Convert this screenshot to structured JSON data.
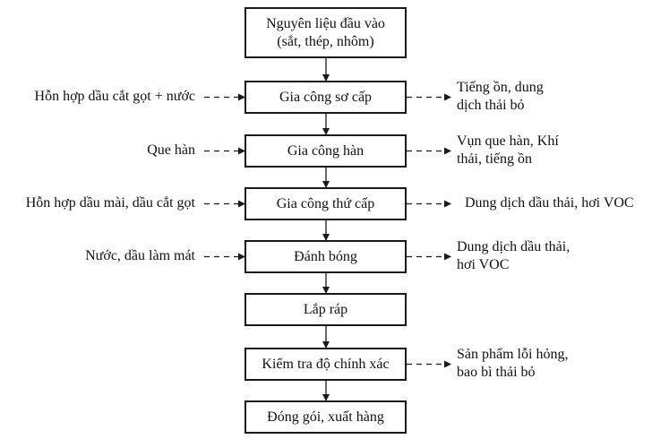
{
  "diagram": {
    "title": "Process flow: metal product manufacturing",
    "colors": {
      "line": "#1a1a1a",
      "background": "#ffffff"
    },
    "steps": [
      {
        "id": "input",
        "lines": [
          "Nguyên liệu đầu vào",
          "(sắt, thép, nhôm)"
        ]
      },
      {
        "id": "primary",
        "lines": [
          "Gia công sơ cấp"
        ]
      },
      {
        "id": "welding",
        "lines": [
          "Gia công hàn"
        ]
      },
      {
        "id": "secondary",
        "lines": [
          "Gia công thứ cấp"
        ]
      },
      {
        "id": "polishing",
        "lines": [
          "Đánh bóng"
        ]
      },
      {
        "id": "assembly",
        "lines": [
          "Lắp ráp"
        ]
      },
      {
        "id": "inspection",
        "lines": [
          "Kiểm tra độ chính xác"
        ]
      },
      {
        "id": "packing",
        "lines": [
          "Đóng gói, xuất hàng"
        ]
      }
    ],
    "inputs": [
      {
        "step": "primary",
        "lines": [
          "Hỗn hợp dầu cắt gọt + nước"
        ]
      },
      {
        "step": "welding",
        "lines": [
          "Que hàn"
        ]
      },
      {
        "step": "secondary",
        "lines": [
          "Hỗn hợp dầu mài, dầu cắt gọt"
        ]
      },
      {
        "step": "polishing",
        "lines": [
          "Nước, dầu làm mát"
        ]
      }
    ],
    "outputs": [
      {
        "step": "primary",
        "lines": [
          "Tiếng ồn, dung",
          "dịch thải bỏ"
        ]
      },
      {
        "step": "welding",
        "lines": [
          "Vụn que hàn, Khí",
          "thải, tiếng ồn"
        ]
      },
      {
        "step": "secondary",
        "lines": [
          "Dung dịch dầu thải, hơi VOC"
        ]
      },
      {
        "step": "polishing",
        "lines": [
          "Dung dịch dầu thải,",
          "hơi VOC"
        ]
      },
      {
        "step": "inspection",
        "lines": [
          "Sản phẩm lỗi hỏng,",
          "bao bì thải bỏ"
        ]
      }
    ]
  }
}
